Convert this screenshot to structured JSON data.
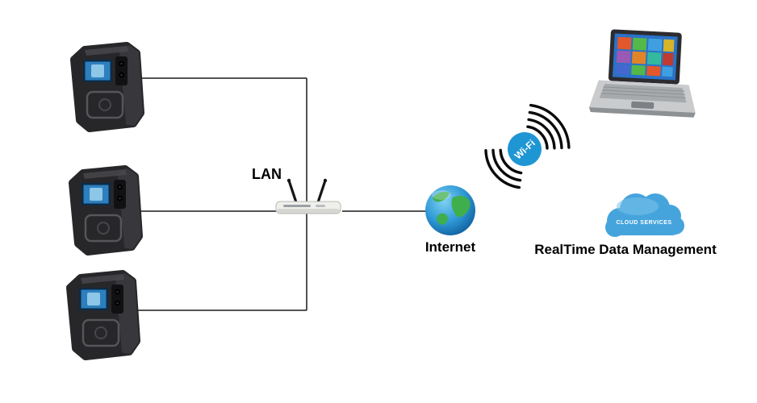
{
  "diagram": {
    "labels": {
      "lan": "LAN",
      "internet": "Internet",
      "wifi": "Wi-Fi",
      "cloud_services": "CLOUD SERVICES",
      "realtime": "RealTime Data Management"
    },
    "icons": [
      {
        "name": "face-terminal-1"
      },
      {
        "name": "face-terminal-2"
      },
      {
        "name": "face-terminal-3"
      },
      {
        "name": "wireless-router"
      },
      {
        "name": "internet-globe"
      },
      {
        "name": "wifi-signal"
      },
      {
        "name": "laptop"
      },
      {
        "name": "cloud-services"
      }
    ],
    "colors": {
      "wifi_badge": "#1f96d4",
      "cloud": "#46a4dd",
      "connector": "#1a1a1a",
      "label_text": "#000000"
    }
  }
}
